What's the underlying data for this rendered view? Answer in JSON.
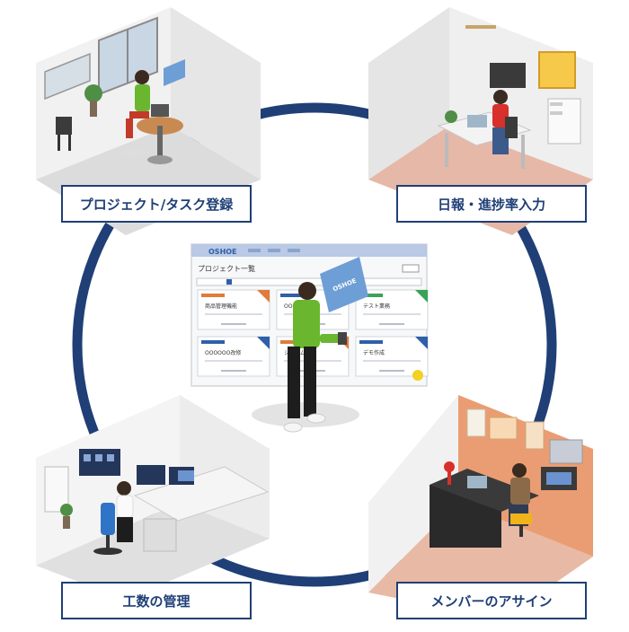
{
  "labels": {
    "top_left": "プロジェクト/タスク登録",
    "top_right": "日報・進捗率入力",
    "bottom_left": "工数の管理",
    "bottom_right": "メンバーのアサイン"
  },
  "center_screen": {
    "logo_text": "OSHOE",
    "page_title": "プロジェクト一覧",
    "cards": [
      {
        "title": "商品管理機能",
        "accent": "#e07b39"
      },
      {
        "title": "OOOOOO",
        "accent": "#2f5fa8"
      },
      {
        "title": "テスト業務",
        "accent": "#3aa35a"
      },
      {
        "title": "OOOOOO改修",
        "accent": "#2f5fa8"
      },
      {
        "title": "システム",
        "accent": "#e07b39"
      },
      {
        "title": "デモ作成",
        "accent": "#2f5fa8"
      }
    ]
  },
  "colors": {
    "ring": "#1f3f76",
    "label_border": "#1f3f76",
    "label_text": "#1f3f76",
    "floor_tile": "#e2e2e2",
    "floor_wood": "#e9b9a4"
  },
  "icons": {
    "person_top_left": "person-laptop-icon",
    "person_top_right": "person-desk-icon",
    "person_center": "presenter-icon",
    "person_bottom_left": "person-monitor-icon",
    "person_bottom_right": "person-desk-lamp-icon"
  }
}
